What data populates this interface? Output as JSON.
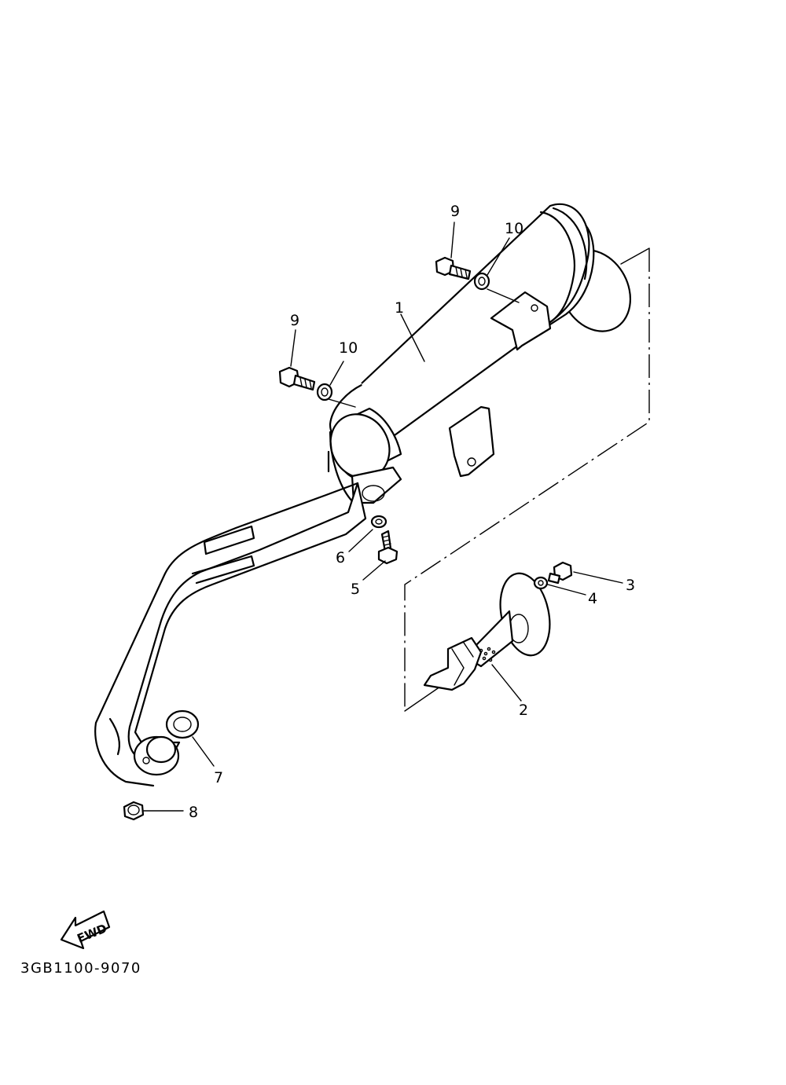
{
  "diagram": {
    "callouts": {
      "c1": "1",
      "c2": "2",
      "c3": "3",
      "c4": "4",
      "c5": "5",
      "c6": "6",
      "c7": "7",
      "c8": "8",
      "c9a": "9",
      "c9b": "9",
      "c10a": "10",
      "c10b": "10"
    },
    "fwd_label": "FWD",
    "drawing_code": "3GB1100-9070"
  }
}
